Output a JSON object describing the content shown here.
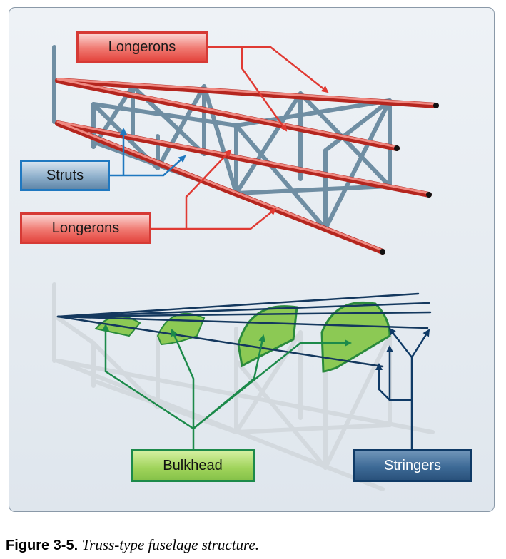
{
  "labels": {
    "longerons_top": "Longerons",
    "struts": "Struts",
    "longerons_bottom": "Longerons",
    "bulkhead": "Bulkhead",
    "stringers": "Stringers"
  },
  "caption": {
    "number": "Figure 3-5.",
    "text": "Truss-type fuselage structure."
  },
  "colors": {
    "longeron": "#e4463f",
    "strut": "#7a95a8",
    "strut_arrow": "#1f78c0",
    "bulkhead": "#86c24a",
    "bulkhead_arrow": "#1c8a4a",
    "stringer": "#0f3a66",
    "frame_light": "#d7dde2"
  }
}
